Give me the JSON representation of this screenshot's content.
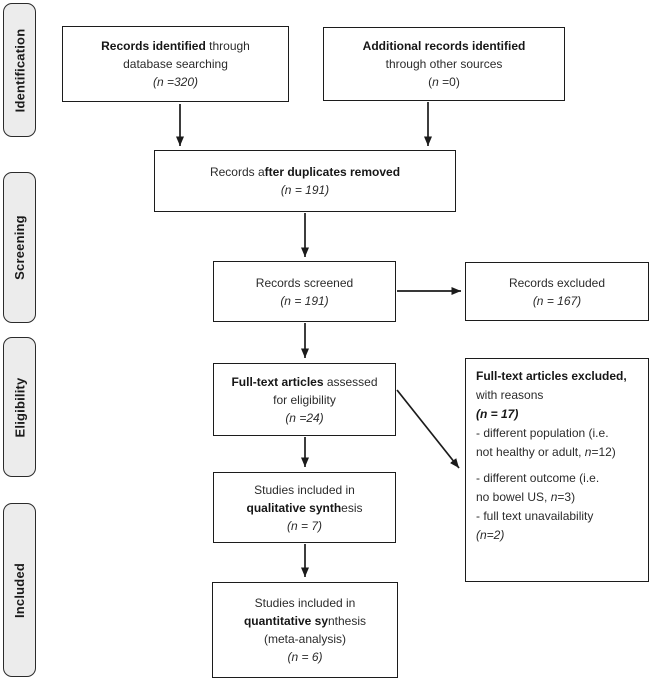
{
  "sidebar": {
    "stages": [
      {
        "label": "Identification"
      },
      {
        "label": "Screening"
      },
      {
        "label": "Eligibility"
      },
      {
        "label": "Included"
      }
    ]
  },
  "boxes": {
    "records_identified": {
      "lines": [
        {
          "s": [
            {
              "t": "Records identified",
              "b": true
            },
            {
              "t": " through"
            }
          ]
        },
        {
          "s": [
            {
              "t": "database searching"
            }
          ]
        },
        {
          "s": [
            {
              "t": "(n =320)",
              "i": true
            }
          ]
        }
      ]
    },
    "additional_records": {
      "lines": [
        {
          "s": [
            {
              "t": "Additional records identified",
              "b": true
            }
          ]
        },
        {
          "s": [
            {
              "t": "through other sources"
            }
          ]
        },
        {
          "s": [
            {
              "t": "("
            },
            {
              "t": "n",
              "i": true
            },
            {
              "t": " =0)"
            }
          ]
        }
      ]
    },
    "duplicates_removed": {
      "lines": [
        {
          "s": [
            {
              "t": "Records a"
            },
            {
              "t": "fter duplicates removed",
              "b": true
            }
          ]
        },
        {
          "s": [
            {
              "t": "(n = 191)",
              "i": true
            }
          ]
        }
      ]
    },
    "records_screened": {
      "lines": [
        {
          "s": [
            {
              "t": "Records screened"
            }
          ]
        },
        {
          "s": [
            {
              "t": "(n = 191)",
              "i": true
            }
          ]
        }
      ]
    },
    "records_excluded": {
      "lines": [
        {
          "s": [
            {
              "t": "Records excluded"
            }
          ]
        },
        {
          "s": [
            {
              "t": "(n = 167)",
              "i": true
            }
          ]
        }
      ]
    },
    "fulltext_assessed": {
      "lines": [
        {
          "s": [
            {
              "t": "Full-text articles",
              "b": true
            },
            {
              "t": " assessed"
            }
          ]
        },
        {
          "s": [
            {
              "t": "for eligibility"
            }
          ]
        },
        {
          "s": [
            {
              "t": "(n =24)",
              "i": true
            }
          ]
        }
      ]
    },
    "fulltext_excluded": {
      "lines": [
        {
          "s": [
            {
              "t": "Full-text articles excluded,",
              "b": true
            }
          ]
        },
        {
          "s": [
            {
              "t": "with reasons"
            }
          ]
        },
        {
          "s": [
            {
              "t": "(n = 17)",
              "b": true,
              "i": true
            }
          ]
        },
        {
          "s": [
            {
              "t": "- different population (i.e."
            }
          ]
        },
        {
          "s": [
            {
              "t": "not healthy or adult, "
            },
            {
              "t": "n",
              "i": true
            },
            {
              "t": "=12)"
            }
          ]
        },
        {
          "s": [
            {
              "t": "- different outcome (i.e."
            }
          ],
          "para": true
        },
        {
          "s": [
            {
              "t": "no bowel US, "
            },
            {
              "t": "n",
              "i": true
            },
            {
              "t": "=3)"
            }
          ]
        },
        {
          "s": [
            {
              "t": "- full text unavailability"
            }
          ]
        },
        {
          "s": [
            {
              "t": "(n=2)",
              "i": true
            }
          ]
        }
      ]
    },
    "qualitative": {
      "lines": [
        {
          "s": [
            {
              "t": "Studies included in"
            }
          ]
        },
        {
          "s": [
            {
              "t": "qualitative synth",
              "b": true
            },
            {
              "t": "esis"
            }
          ]
        },
        {
          "s": [
            {
              "t": "(n = 7)",
              "i": true
            }
          ]
        }
      ]
    },
    "quantitative": {
      "lines": [
        {
          "s": [
            {
              "t": "Studies included in"
            }
          ]
        },
        {
          "s": [
            {
              "t": "quantitative sy",
              "b": true
            },
            {
              "t": "nthesis"
            }
          ]
        },
        {
          "s": [
            {
              "t": "(meta-analysis)"
            }
          ]
        },
        {
          "s": [
            {
              "t": "(n = 6)",
              "i": true
            }
          ]
        }
      ]
    }
  },
  "colors": {
    "box_border": "#1c1c1c",
    "box_fill": "#ffffff",
    "stage_fill": "#ececec",
    "stage_border": "#2b2b2b",
    "arrow": "#1b1b1b",
    "text": "#2b2b2b"
  }
}
